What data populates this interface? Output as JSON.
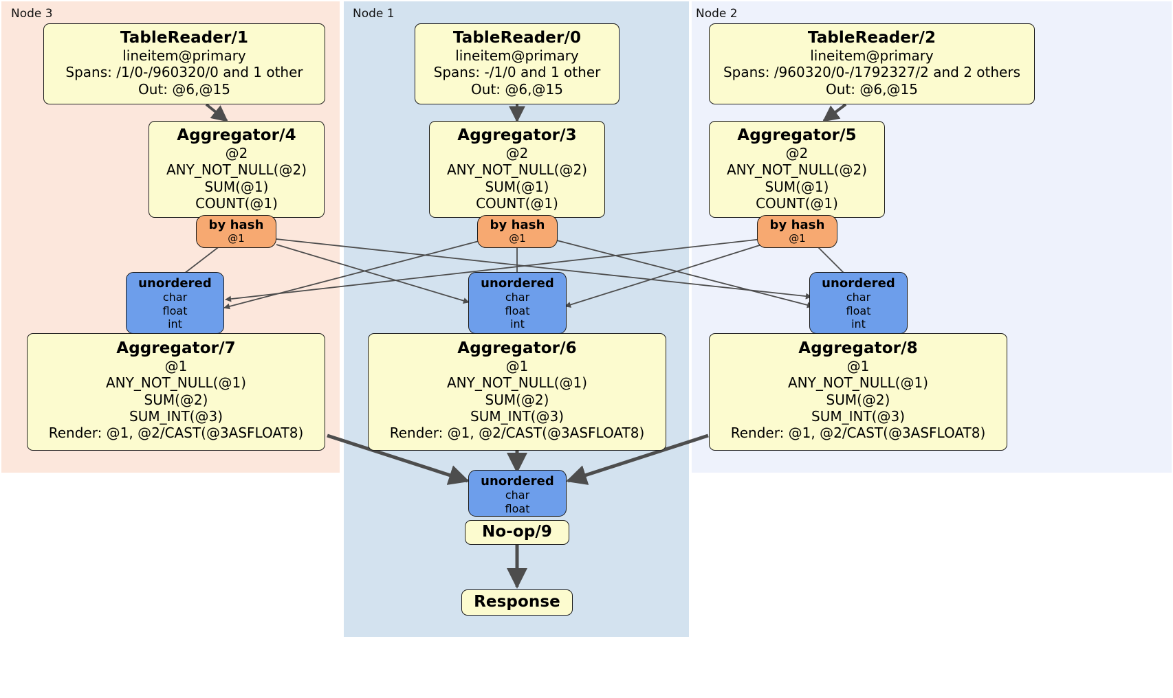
{
  "diagram": {
    "type": "distributed-query-plan",
    "colors": {
      "node3_panel": "#fce7dc",
      "node1_panel": "#d3e2ef",
      "node2_panel": "#eef2fc",
      "processor_box": "#fcfbcf",
      "router_box": "#f7a971",
      "sync_box": "#6d9eeb",
      "edge": "#4d4d4d",
      "thick_edge": "#4d4d4d",
      "border": "#1b1b1b"
    }
  },
  "panels": [
    {
      "id": "node3",
      "label": "Node 3"
    },
    {
      "id": "node1",
      "label": "Node 1"
    },
    {
      "id": "node2",
      "label": "Node 2"
    }
  ],
  "boxes": {
    "tablereader1": {
      "title": "TableReader/1",
      "lines": [
        "lineitem@primary",
        "Spans: /1/0-/960320/0 and 1 other",
        "Out: @6,@15"
      ]
    },
    "tablereader0": {
      "title": "TableReader/0",
      "lines": [
        "lineitem@primary",
        "Spans: -/1/0 and 1 other",
        "Out: @6,@15"
      ]
    },
    "tablereader2": {
      "title": "TableReader/2",
      "lines": [
        "lineitem@primary",
        "Spans: /960320/0-/1792327/2 and 2 others",
        "Out: @6,@15"
      ]
    },
    "aggregator4": {
      "title": "Aggregator/4",
      "lines": [
        "@2",
        "ANY_NOT_NULL(@2)",
        "SUM(@1)",
        "COUNT(@1)"
      ]
    },
    "aggregator3": {
      "title": "Aggregator/3",
      "lines": [
        "@2",
        "ANY_NOT_NULL(@2)",
        "SUM(@1)",
        "COUNT(@1)"
      ]
    },
    "aggregator5": {
      "title": "Aggregator/5",
      "lines": [
        "@2",
        "ANY_NOT_NULL(@2)",
        "SUM(@1)",
        "COUNT(@1)"
      ]
    },
    "byhash_left": {
      "title": "by hash",
      "lines": [
        "@1"
      ]
    },
    "byhash_mid": {
      "title": "by hash",
      "lines": [
        "@1"
      ]
    },
    "byhash_right": {
      "title": "by hash",
      "lines": [
        "@1"
      ]
    },
    "unordered_left": {
      "title": "unordered",
      "lines": [
        "char",
        "float",
        "int"
      ]
    },
    "unordered_mid": {
      "title": "unordered",
      "lines": [
        "char",
        "float",
        "int"
      ]
    },
    "unordered_right": {
      "title": "unordered",
      "lines": [
        "char",
        "float",
        "int"
      ]
    },
    "aggregator7": {
      "title": "Aggregator/7",
      "lines": [
        "@1",
        "ANY_NOT_NULL(@1)",
        "SUM(@2)",
        "SUM_INT(@3)",
        "Render: @1, @2/CAST(@3ASFLOAT8)"
      ]
    },
    "aggregator6": {
      "title": "Aggregator/6",
      "lines": [
        "@1",
        "ANY_NOT_NULL(@1)",
        "SUM(@2)",
        "SUM_INT(@3)",
        "Render: @1, @2/CAST(@3ASFLOAT8)"
      ]
    },
    "aggregator8": {
      "title": "Aggregator/8",
      "lines": [
        "@1",
        "ANY_NOT_NULL(@1)",
        "SUM(@2)",
        "SUM_INT(@3)",
        "Render: @1, @2/CAST(@3ASFLOAT8)"
      ]
    },
    "unordered_final": {
      "title": "unordered",
      "lines": [
        "char",
        "float"
      ]
    },
    "noop9": {
      "title": "No-op/9",
      "lines": []
    },
    "response": {
      "title": "Response",
      "lines": []
    }
  }
}
